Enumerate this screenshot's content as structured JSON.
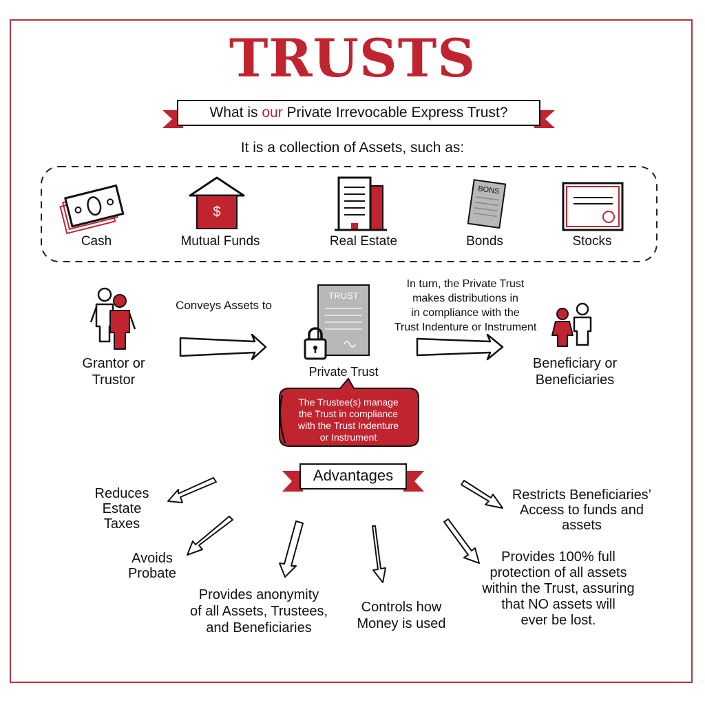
{
  "title": "TRUSTS",
  "question": {
    "prefix": "What is ",
    "accent": "our",
    "suffix": " Private Irrevocable Express Trust?"
  },
  "intro": "It is a collection of Assets, such as:",
  "assets": [
    {
      "label": "Cash",
      "icon": "cash-icon"
    },
    {
      "label": "Mutual Funds",
      "icon": "mutual-funds-icon"
    },
    {
      "label": "Real Estate",
      "icon": "building-icon"
    },
    {
      "label": "Bonds",
      "icon": "bond-document-icon"
    },
    {
      "label": "Stocks",
      "icon": "stock-certificate-icon"
    }
  ],
  "bond_doc_text": "BONS",
  "trust_doc_text": "TRUST",
  "flow": {
    "grantor": [
      "Grantor or",
      "Trustor"
    ],
    "conveys": "Conveys Assets to",
    "private_trust": "Private Trust",
    "distribution": [
      "In turn, the Private Trust",
      "makes distributions in",
      "in compliance with the",
      "Trust Indenture or Instrument"
    ],
    "beneficiary": [
      "Beneficiary or",
      "Beneficiaries"
    ]
  },
  "trustee_note": [
    "The Trustee(s) manage",
    "the Trust in compliance",
    "with the Trust Indenture",
    "or Instrument"
  ],
  "advantages_title": "Advantages",
  "advantages": {
    "reduces_taxes": [
      "Reduces",
      "Estate",
      "Taxes"
    ],
    "avoids_probate": [
      "Avoids",
      "Probate"
    ],
    "anonymity": [
      "Provides anonymity",
      "of all Assets, Trustees,",
      "and Beneficiaries"
    ],
    "controls_money": [
      "Controls how",
      "Money is used"
    ],
    "restricts_access": [
      "Restricts Beneficiaries’",
      "Access to funds and",
      "assets"
    ],
    "protection": [
      "Provides 100% full",
      "protection of all assets",
      "within the Trust, assuring",
      "that NO assets will",
      "ever be lost."
    ]
  },
  "colors": {
    "accent": "#c0242f",
    "icon_gray": "#b8b8b8",
    "outline": "#111111"
  }
}
